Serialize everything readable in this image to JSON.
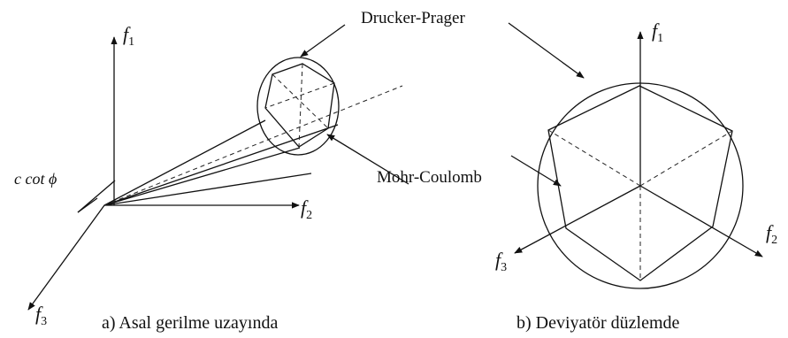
{
  "labels": {
    "drucker_prager": "Drucker-Prager",
    "mohr_coulomb": "Mohr-Coulomb",
    "c_cot_phi": "c cot ϕ",
    "caption_a": "a) Asal gerilme uzayında",
    "caption_b": "b) Deviyatör düzlemde"
  },
  "axes_left": {
    "f1": {
      "base": "f",
      "sub": "1"
    },
    "f2": {
      "base": "f",
      "sub": "2"
    },
    "f3": {
      "base": "f",
      "sub": "3"
    }
  },
  "axes_right": {
    "f1": {
      "base": "f",
      "sub": "1"
    },
    "f2": {
      "base": "f",
      "sub": "2"
    },
    "f3": {
      "base": "f",
      "sub": "3"
    }
  }
}
